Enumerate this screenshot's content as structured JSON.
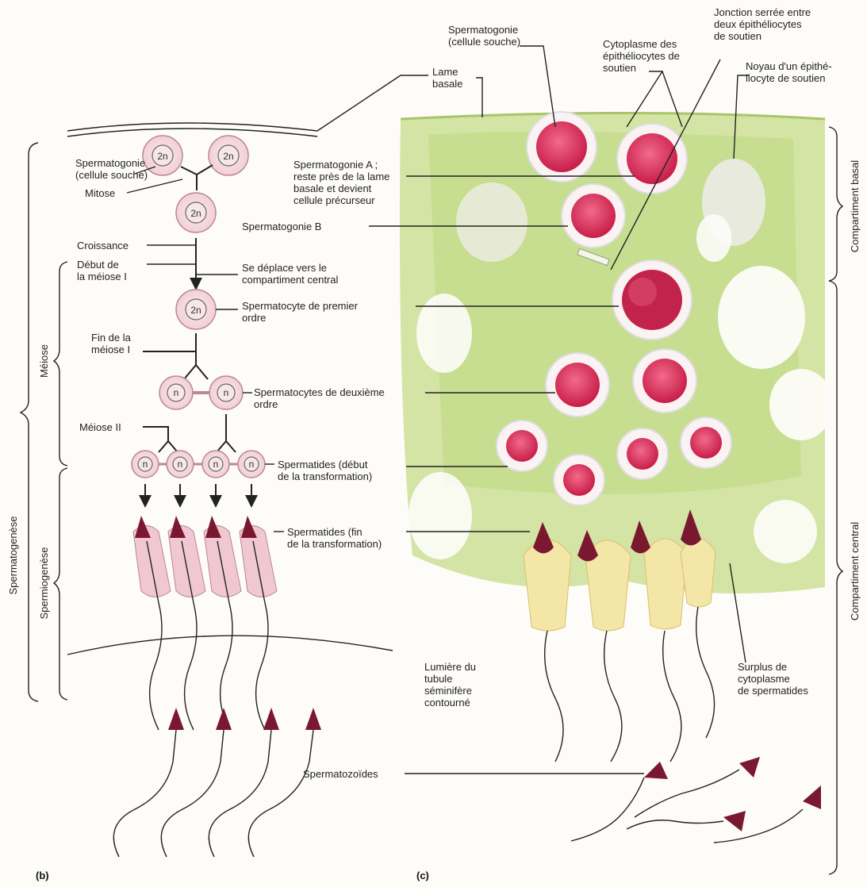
{
  "panels": {
    "b": "(b)",
    "c": "(c)"
  },
  "cell_symbols": {
    "diploid": "2n",
    "haploid": "n"
  },
  "labels_b": {
    "spermatogonie_souche": [
      "Spermatogonie",
      "(cellule souche)"
    ],
    "mitose": "Mitose",
    "croissance": "Croissance",
    "debut_meiose": [
      "Début de",
      "la méiose I"
    ],
    "deplace": [
      "Se déplace vers le",
      "compartiment central"
    ],
    "spermatocyte_1": [
      "Spermatocyte de premier",
      "ordre"
    ],
    "fin_meiose": [
      "Fin de la",
      "méiose I"
    ],
    "spermatocytes_2": [
      "Spermatocytes de deuxième",
      "ordre"
    ],
    "meiose_2": "Méiose II",
    "spermatides_debut": [
      "Spermatides (début",
      "de la transformation)"
    ],
    "spermatides_fin": [
      "Spermatides (fin",
      "de la transformation)"
    ],
    "spermatogonie_b": "Spermatogonie B",
    "spermatogonie_a": [
      "Spermatogonie A ;",
      "reste près de la lame",
      "basale et devient",
      "cellule précurseur"
    ]
  },
  "labels_c": {
    "spermatogonie_souche": [
      "Spermatogonie",
      "(cellule souche)"
    ],
    "lame_basale": [
      "Lame",
      "basale"
    ],
    "cytoplasme": [
      "Cytoplasme des",
      "épithéliocytes de",
      "soutien"
    ],
    "jonction": [
      "Jonction serrée entre",
      "deux épithéliocytes",
      "de soutien"
    ],
    "noyau": [
      "Noyau d'un épithé-",
      "liocyte de soutien"
    ],
    "lumiere": [
      "Lumière du",
      "tubule",
      "séminifère",
      "contourné"
    ],
    "surplus": [
      "Surplus de",
      "cytoplasme",
      "de spermatides"
    ],
    "spermatozoides": "Spermatozoïdes"
  },
  "vertical_labels": {
    "spermatogenese": "Spermatogenèse",
    "meiose": "Méiose",
    "spermiogenese": "Spermiogenèse",
    "compartiment_basal": "Compartiment basal",
    "compartiment_central": "Compartiment central"
  },
  "colors": {
    "cytoplasm_green": "#c9dd8e",
    "nucleus_pink": "#e0305a",
    "sperm_head": "#7a1830",
    "cell_membrane": "#e9c4cc",
    "tail_yellow": "#f3e6a6"
  }
}
